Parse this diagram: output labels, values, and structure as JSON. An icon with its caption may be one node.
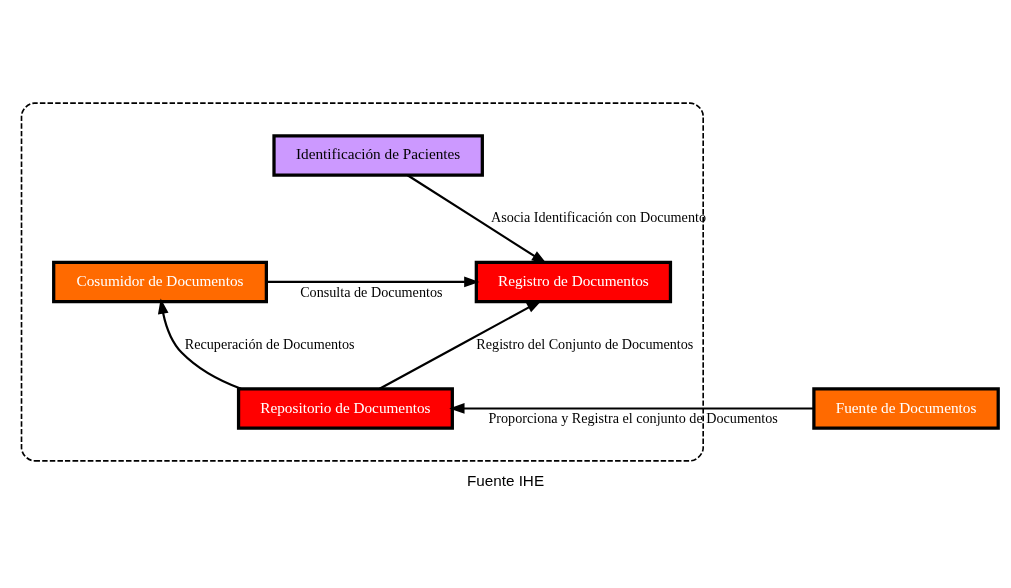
{
  "diagram": {
    "caption": "Fuente IHE",
    "nodes": [
      {
        "text": [],
        "shape": "box"
      },
      {
        "text": [
          "Identificación de Pacientes"
        ],
        "in": 0
      },
      {
        "text": [
          "Registro de Documentos"
        ],
        "in": 0
      },
      {
        "text": [
          "Cosumidor de Documentos"
        ],
        "in": 0
      },
      {
        "text": [
          "Fuente de Documentos"
        ]
      },
      {
        "text": [
          "Repositorio de Documentos"
        ],
        "in": 0
      }
    ],
    "edges": [
      {
        "from": 1,
        "to": 2,
        "arrow": "to",
        "label": "Asocia Identificación con Documento"
      },
      {
        "from": 3,
        "to": 2,
        "arrow": "to",
        "label": "Consulta de Documentos"
      },
      {
        "from": 5,
        "to": 2,
        "arrow": "to",
        "label": "Registro del Conjunto de Documentos"
      },
      {
        "from": 4,
        "to": 5,
        "arrow": "to",
        "label": "Proporciona y Registra el conjunto de Documentos"
      },
      {
        "from": 5,
        "to": 3,
        "arrow": "to",
        "label": "Recuperación de Documentos"
      }
    ]
  }
}
